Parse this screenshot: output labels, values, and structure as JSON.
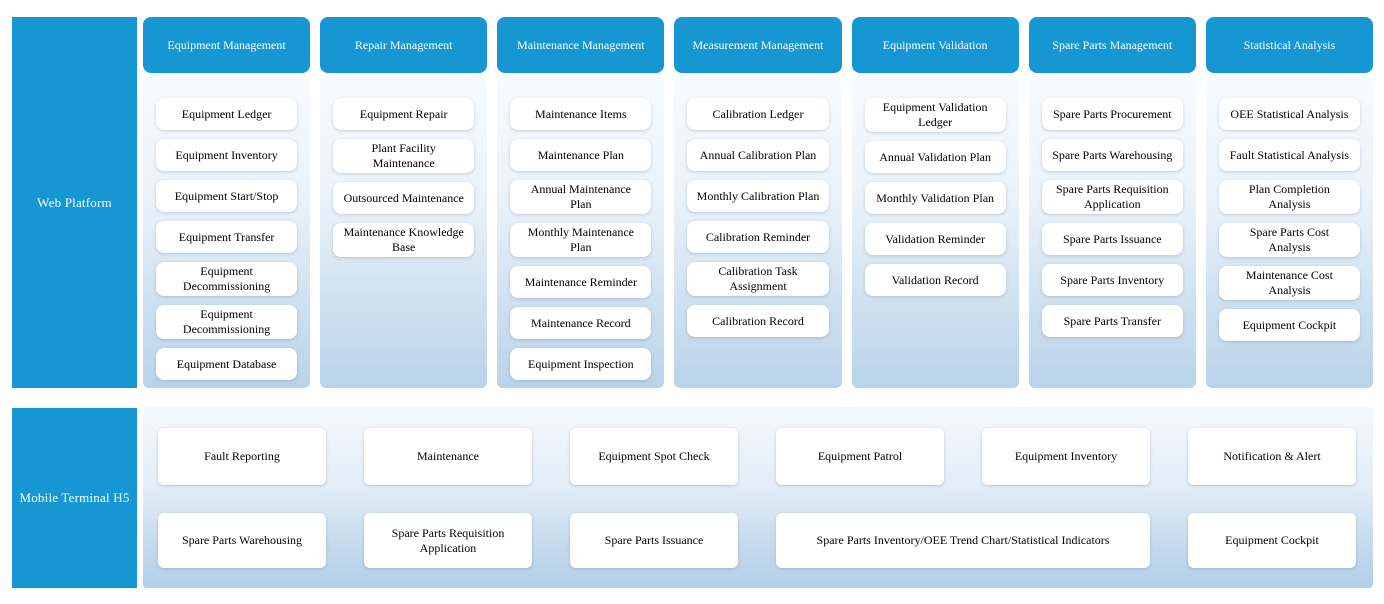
{
  "colors": {
    "primary_blue": "#1697d4",
    "panel_gradient_top": "#f8fbfe",
    "panel_gradient_bottom": "#b9d3ea",
    "item_background": "#ffffff"
  },
  "web": {
    "label": "Web Platform",
    "columns": [
      {
        "title": "Equipment Management",
        "items": [
          "Equipment Ledger",
          "Equipment Inventory",
          "Equipment Start/Stop",
          "Equipment Transfer",
          "Equipment\nDecommissioning",
          "Equipment\nDecommissioning",
          "Equipment Database"
        ]
      },
      {
        "title": "Repair Management",
        "items": [
          "Equipment Repair",
          "Plant Facility\nMaintenance",
          "Outsourced Maintenance",
          "Maintenance Knowledge\nBase"
        ]
      },
      {
        "title": "Maintenance Management",
        "items": [
          "Maintenance Items",
          "Maintenance Plan",
          "Annual Maintenance\nPlan",
          "Monthly Maintenance\nPlan",
          "Maintenance Reminder",
          "Maintenance Record",
          "Equipment Inspection"
        ]
      },
      {
        "title": "Measurement Management",
        "items": [
          "Calibration Ledger",
          "Annual Calibration Plan",
          "Monthly Calibration Plan",
          "Calibration Reminder",
          "Calibration Task\nAssignment",
          "Calibration Record"
        ]
      },
      {
        "title": "Equipment Validation",
        "items": [
          "Equipment Validation\nLedger",
          "Annual Validation Plan",
          "Monthly Validation Plan",
          "Validation Reminder",
          "Validation Record"
        ]
      },
      {
        "title": "Spare Parts Management",
        "items": [
          "Spare Parts Procurement",
          "Spare Parts Warehousing",
          "Spare Parts Requisition\nApplication",
          "Spare Parts Issuance",
          "Spare Parts Inventory",
          "Spare Parts Transfer"
        ]
      },
      {
        "title": "Statistical Analysis",
        "items": [
          "OEE Statistical Analysis",
          "Fault Statistical Analysis",
          "Plan Completion\nAnalysis",
          "Spare Parts Cost\nAnalysis",
          "Maintenance Cost\nAnalysis",
          "Equipment Cockpit"
        ]
      }
    ]
  },
  "mobile": {
    "label": "Mobile Terminal H5",
    "row1": [
      "Fault Reporting",
      "Maintenance",
      "Equipment Spot Check",
      "Equipment Patrol",
      "Equipment Inventory",
      "Notification & Alert"
    ],
    "row2": [
      "Spare Parts Warehousing",
      "Spare Parts Requisition\nApplication",
      "Spare Parts Issuance",
      "Spare Parts Inventory/OEE Trend Chart/Statistical Indicators",
      "Equipment Cockpit"
    ]
  }
}
